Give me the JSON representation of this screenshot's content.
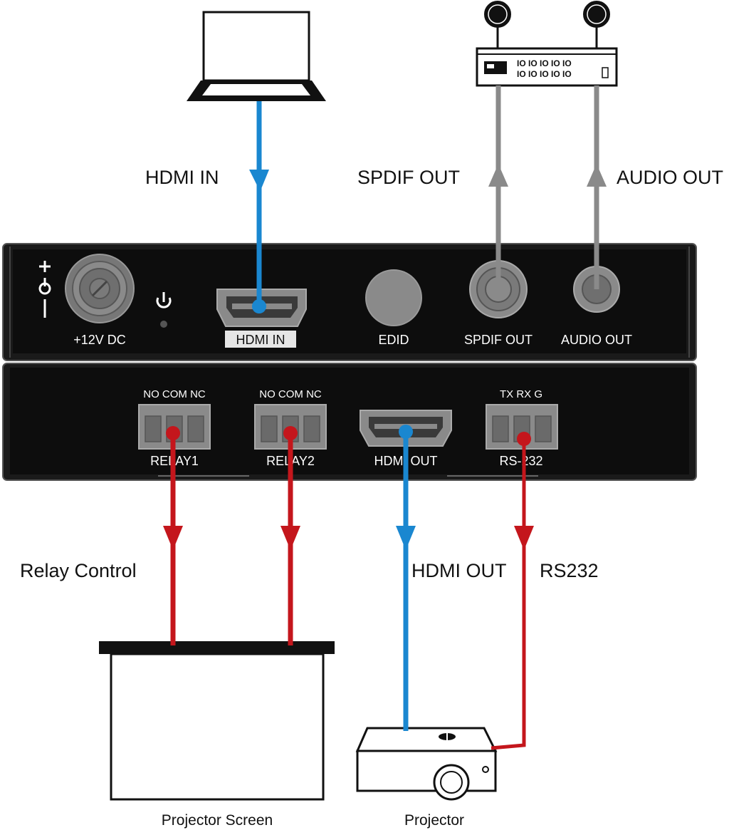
{
  "devices": {
    "laptop": "laptop-icon",
    "av_receiver": "av-receiver-icon",
    "projector_screen": "Projector Screen",
    "projector": "Projector"
  },
  "connection_labels": {
    "hdmi_in": "HDMI IN",
    "spdif_out": "SPDIF OUT",
    "audio_out": "AUDIO OUT",
    "relay_control": "Relay Control",
    "hdmi_out": "HDMI OUT",
    "rs232": "RS232"
  },
  "front_panel": {
    "power": "+12V DC",
    "hdmi_in": "HDMI IN",
    "edid": "EDID",
    "spdif_out": "SPDIF OUT",
    "audio_out": "AUDIO OUT"
  },
  "rear_panel": {
    "relay_pins": "NO COM NC",
    "relay1": "RELAY1",
    "relay2": "RELAY2",
    "hdmi_out": "HDMI OUT",
    "rs232_pins": "TX RX  G",
    "rs232": "RS-232"
  },
  "colors": {
    "hdmi": "#1a87d0",
    "audio": "#8a8a8a",
    "control": "#c4161c",
    "panel": "#0d0d0d"
  }
}
